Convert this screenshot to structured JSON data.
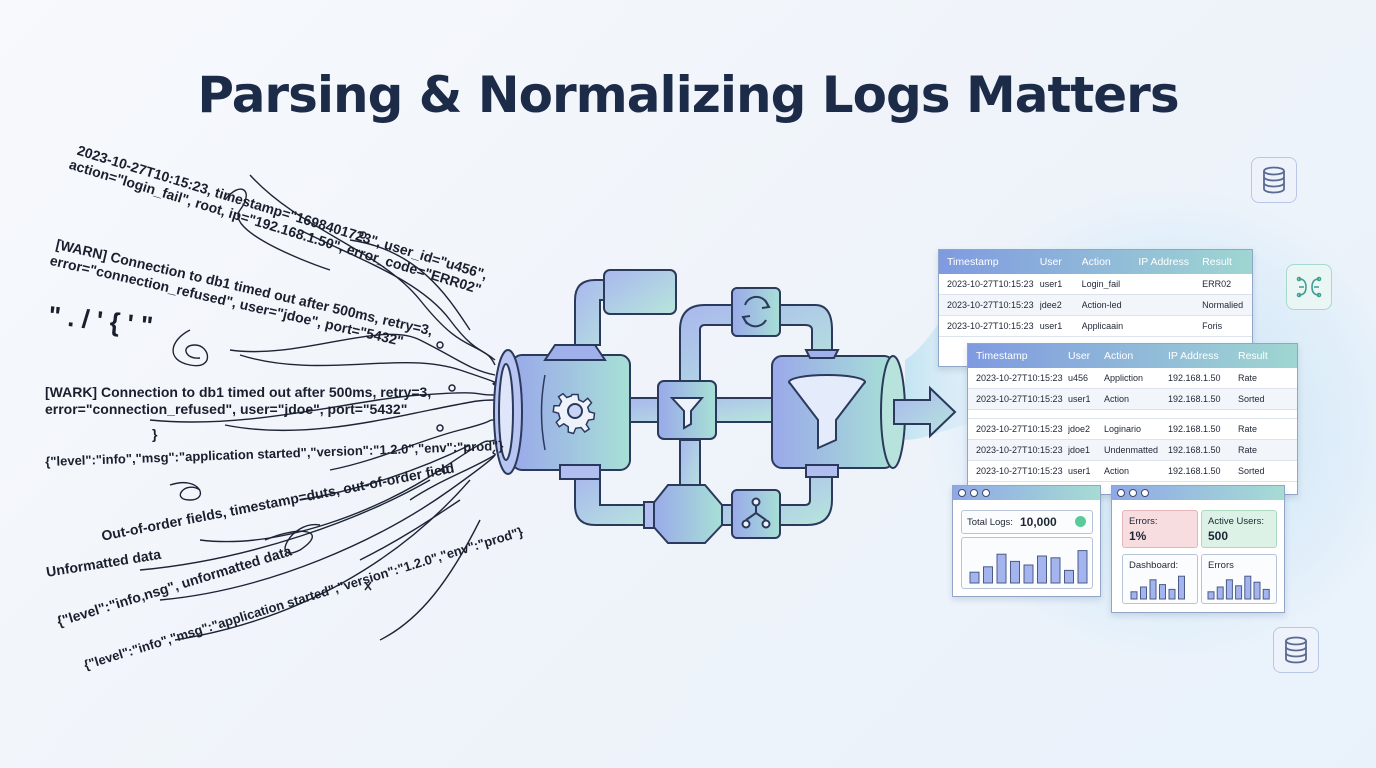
{
  "title": "Parsing & Normalizing Logs Matters",
  "logs": [
    "2023-10-27T10:15:23, timestamp=\"1698401723\", user_id=\"u456\",",
    "action=\"login_fail\", root, ip=\"192.168.1.50\", error_code=\"ERR02\"",
    "[WARN] Connection to db1 timed out after 500ms, retry=3,",
    "error=\"connection_refused\", user=\"jdoe\", port=\"5432\"",
    "\" . / ' { ' \"",
    "[WARK] Connection to db1 timed out after 500ms, retry=3,",
    "error=\"connection_refused\", user=\"jdoe\", port=\"5432\"",
    "}",
    "{\"level\":\"info\",\"msg\":\"application started\",\"version\":\"1.2.0\",\"env\":\"prod\"}",
    "Out-of-order fields, timestamp=duts, out-of-order field",
    "Unformatted data",
    "{\"level\":\"info,nsg\", unformatted data",
    "{\"level\":\"info\",\"msg\":\"application started\",\"version\":\"1.2.0\",\"env\":\"prod\"}"
  ],
  "table1": {
    "headers": [
      "Timestamp",
      "User",
      "Action",
      "IP Address",
      "Result"
    ],
    "rows": [
      [
        "2023-10-27T10:15:23",
        "user1",
        "Login_fail",
        "",
        "ERR02"
      ],
      [
        "2023-10-27T10:15:23",
        "jdee2",
        "Action-led",
        "",
        "Normalied"
      ],
      [
        "2023-10-27T10:15:23",
        "user1",
        "Applicaain",
        "",
        "Foris"
      ]
    ]
  },
  "table2": {
    "headers": [
      "Timestamp",
      "User",
      "Action",
      "IP Address",
      "Result"
    ],
    "rows": [
      [
        "2023-10-27T10:15:23",
        "u456",
        "Appliction",
        "192.168.1.50",
        "Rate"
      ],
      [
        "2023-10-27T10:15:23",
        "user1",
        "Action",
        "192.168.1.50",
        "Sorted"
      ],
      [
        "2023-10-27T10:15:23",
        "jdoe2",
        "Loginario",
        "192.168.1.50",
        "Rate"
      ],
      [
        "2023-10-27T10:15:23",
        "jdoe1",
        "Undenmatted",
        "192.168.1.50",
        "Rate"
      ],
      [
        "2023-10-27T10:15:23",
        "user1",
        "Action",
        "192.168.1.50",
        "Sorted"
      ]
    ]
  },
  "dashboard1": {
    "total_label": "Total Logs:",
    "total_value": "10,000",
    "bars": [
      0.3,
      0.45,
      0.8,
      0.6,
      0.5,
      0.75,
      0.7,
      0.35,
      0.9
    ]
  },
  "dashboard2": {
    "errors_label": "Errors:",
    "errors_value": "1%",
    "users_label": "Active Users:",
    "users_value": "500",
    "dash_label": "Dashboard:",
    "errors2_label": "Errors",
    "bars_a": [
      0.3,
      0.5,
      0.8,
      0.6,
      0.4,
      0.95
    ],
    "bars_b": [
      0.3,
      0.5,
      0.8,
      0.55,
      0.95,
      0.7,
      0.4
    ]
  },
  "colors": {
    "pipe": "#c9d8f5",
    "pipe_outline": "#2b3a5c",
    "accent_teal": "#a6dcd4",
    "accent_purple": "#9aa8ec",
    "error_card": "#f8dde0",
    "users_card": "#dcf2e6",
    "status_dot": "#5cc99a"
  }
}
